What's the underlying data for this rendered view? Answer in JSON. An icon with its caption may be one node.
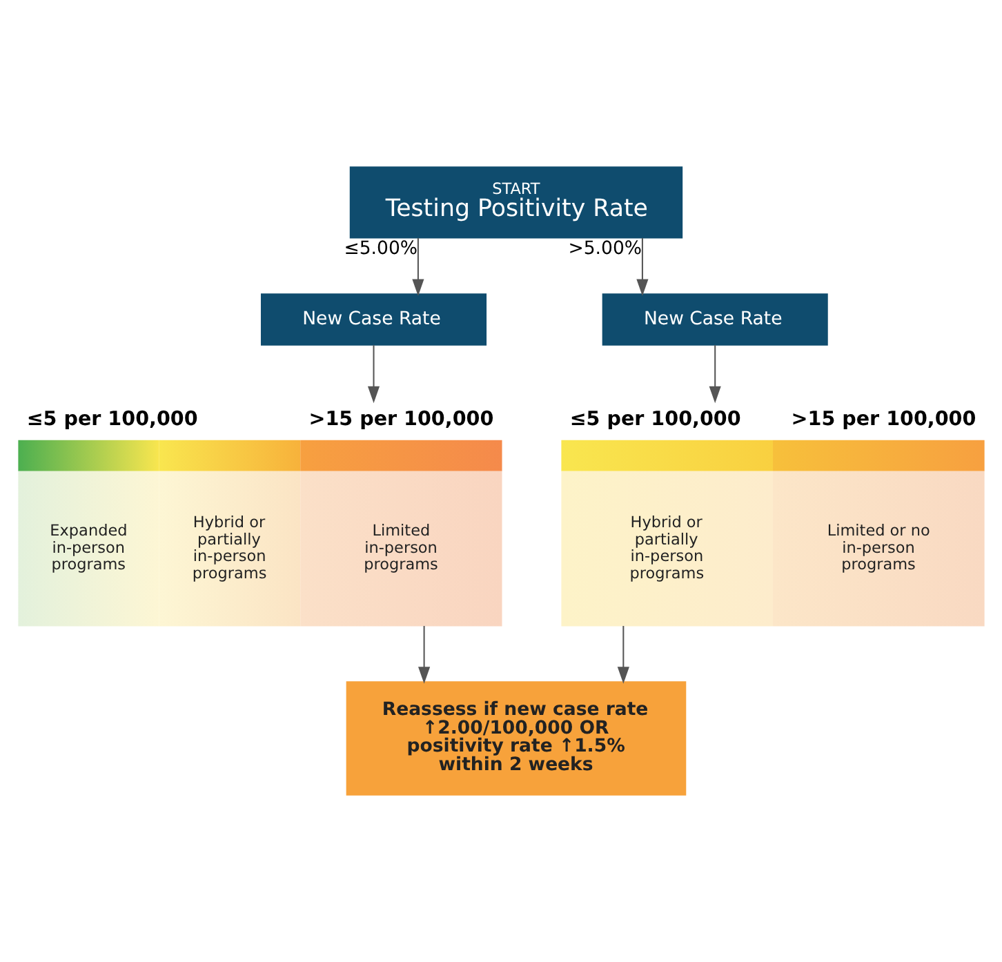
{
  "diagram": {
    "nodes": [
      {
        "text": [
          "START",
          "Testing Positivity Rate"
        ]
      },
      {
        "text": [
          "New Case Rate"
        ]
      },
      {
        "text": [
          "New Case Rate"
        ]
      },
      {
        "text": [
          "Expanded in-person programs",
          "Hybrid or partially in-person programs",
          "Limited in-person programs"
        ],
        "beside": [
          "≤5 per 100,000",
          ">15 per 100,000"
        ]
      },
      {
        "text": [
          "Hybrid or partially in-person programs",
          "Limited or no in-person programs"
        ],
        "beside": [
          "≤5 per 100,000",
          ">15 per 100,000"
        ]
      },
      {
        "text": [
          "Reassess if new case rate ↑2.00/100,000 OR positivity rate ↑1.5% within 2 weeks"
        ]
      }
    ],
    "edges": [
      {
        "from": 0,
        "to": 1,
        "arrow": "to",
        "label": "≤5.00%"
      },
      {
        "from": 0,
        "to": 2,
        "arrow": "to",
        "label": ">5.00%"
      },
      {
        "from": 1,
        "to": 3,
        "arrow": "to"
      },
      {
        "from": 2,
        "to": 4,
        "arrow": "to"
      },
      {
        "from": 3,
        "to": 5,
        "arrow": "to"
      },
      {
        "from": 4,
        "to": 5,
        "arrow": "to"
      }
    ]
  }
}
